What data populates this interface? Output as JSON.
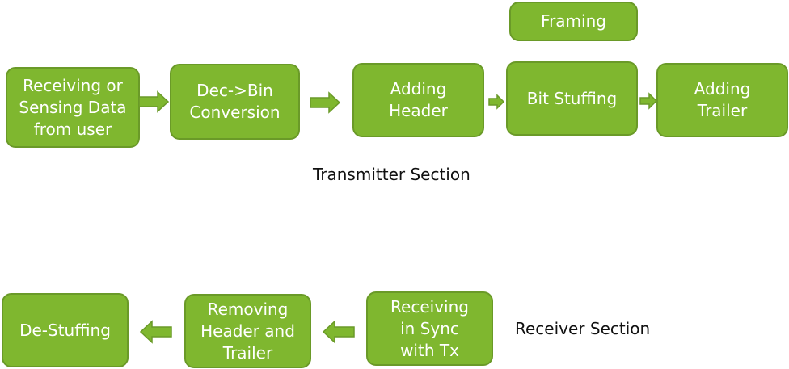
{
  "transmitter": {
    "label": "Transmitter Section",
    "framing": "Framing",
    "boxes": [
      "Receiving or\nSensing Data\nfrom user",
      "Dec->Bin\nConversion",
      "Adding\nHeader",
      "Bit Stuffing",
      "Adding\nTrailer"
    ]
  },
  "receiver": {
    "label": "Receiver Section",
    "boxes": [
      "De-Stuffing",
      "Removing\nHeader and\nTrailer",
      "Receiving\nin Sync\nwith Tx"
    ]
  },
  "colors": {
    "box_fill": "#7fb72f",
    "box_border": "#6a9a28",
    "text": "#ffffff"
  }
}
